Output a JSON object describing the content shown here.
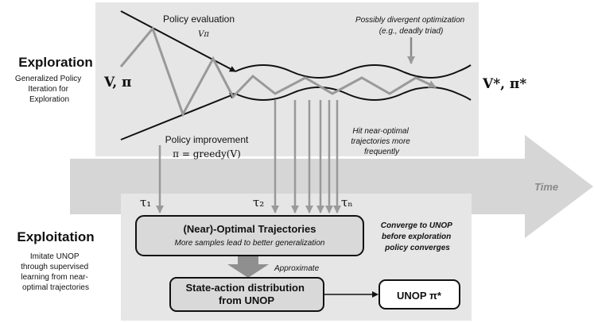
{
  "exploration": {
    "title": "Exploration",
    "subtitle_lines": [
      "Generalized Policy",
      "Iteration for",
      "Exploration"
    ],
    "policy_evaluation": "Policy evaluation",
    "v_pi": "Vπ",
    "policy_improvement": "Policy improvement",
    "greedy_formula": "π = greedy(V)",
    "start_label": "V, π",
    "end_label": "V*, π*",
    "divergent_note": [
      "Possibly divergent optimization",
      "(e.g., deadly triad)"
    ],
    "hit_note": [
      "Hit near-optimal",
      "trajectories more",
      "frequently"
    ]
  },
  "time_label": "Time",
  "trajectories": {
    "tau1": "τ₁",
    "tau2": "τ₂",
    "taun": "τₙ"
  },
  "exploitation": {
    "title": "Exploitation",
    "subtitle_lines": [
      "Imitate UNOP",
      "through supervised",
      "learning from near-",
      "optimal trajectories"
    ],
    "near_optimal_title": "(Near)-Optimal Trajectories",
    "near_optimal_sub": "More samples lead to better generalization",
    "converge_note": [
      "Converge to UNOP",
      "before exploration",
      "policy converges"
    ],
    "approximate": "Approximate",
    "state_action_lines": [
      "State-action distribution",
      "from UNOP"
    ],
    "unop": "UNOP π*"
  },
  "colors": {
    "panel": "#e6e6e6",
    "arrow_gray": "#999999",
    "time_arrow": "#d6d6d6",
    "box_fill": "#d9d9d9"
  },
  "icons": [
    "policy-arrow-icon",
    "time-arrow-icon",
    "approximate-arrow-icon"
  ]
}
